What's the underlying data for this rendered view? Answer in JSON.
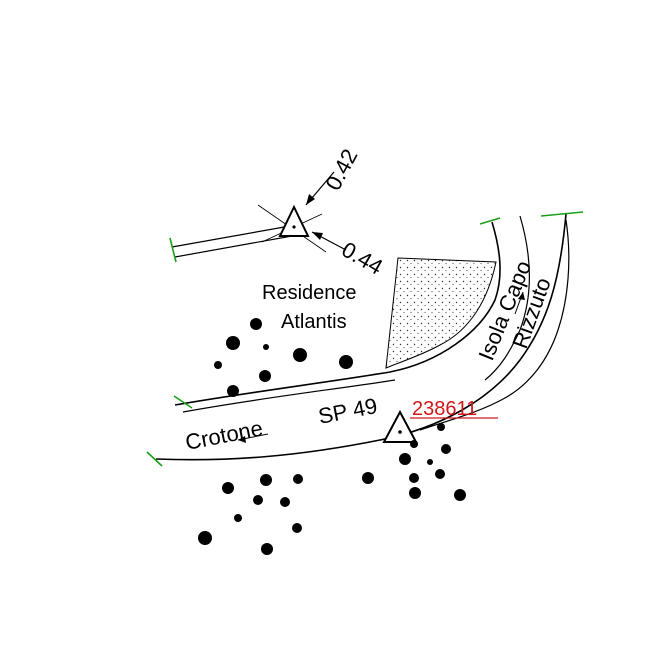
{
  "roads": {
    "main_road_left_label": "Crotone",
    "main_road_code": "SP 49",
    "branch_road_label_1": "Isola Capo",
    "branch_road_label_2": "Rizzuto"
  },
  "places": {
    "residence_line_1": "Residence",
    "residence_line_2": "Atlantis"
  },
  "survey_points": {
    "upper_point": {
      "dimension_top": "0.42",
      "dimension_bottom": "0.44"
    },
    "road_point": {
      "code": "238611",
      "code_color": "#d01818"
    }
  },
  "colors": {
    "ink": "#000000",
    "edge_ticks": "#1aa01a",
    "code_label": "#d01818",
    "background": "#ffffff"
  },
  "icons": {
    "survey_marker": "triangle-benchmark-icon",
    "tree": "tree-dot-icon",
    "direction": "arrow-icon"
  }
}
